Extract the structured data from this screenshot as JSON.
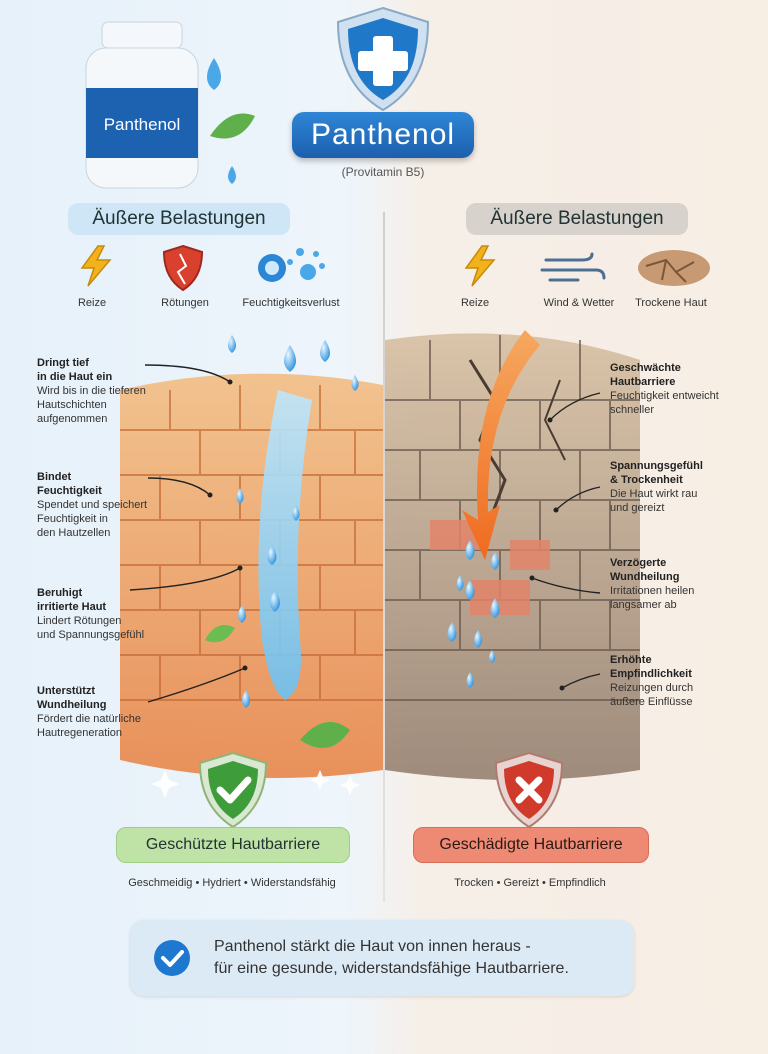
{
  "header": {
    "bottle_label": "Panthenol",
    "title": "Panthenol",
    "subtitle": "(Provitamin B5)"
  },
  "left": {
    "heading": "Äußere Belastungen",
    "stressors": [
      {
        "label": "Reize",
        "icon": "lightning-icon"
      },
      {
        "label": "Rötungen",
        "icon": "cracked-shield-icon"
      },
      {
        "label": "Feuchtigkeitsverlust",
        "icon": "evaporation-icon"
      }
    ],
    "annotations": [
      {
        "title_line1": "Dringt tief",
        "title_line2": "in die Haut ein",
        "body": [
          "Wird bis in die tieferen",
          "Hautschichten",
          "aufgenommen"
        ]
      },
      {
        "title_line1": "Bindet",
        "title_line2": "Feuchtigkeit",
        "body": [
          "Spendet und speichert",
          "Feuchtigkeit in",
          "den Hautzellen"
        ]
      },
      {
        "title_line1": "Beruhigt",
        "title_line2": "irritierte Haut",
        "body": [
          "Lindert Rötungen",
          "und Spannungsgefühl"
        ]
      },
      {
        "title_line1": "Unterstützt",
        "title_line2": "Wundheilung",
        "body": [
          "Fördert die natürliche",
          "Hautregeneration"
        ]
      }
    ],
    "result": "Geschützte Hautbarriere",
    "traits": "Geschmeidig • Hydriert • Widerstandsfähig"
  },
  "right": {
    "heading": "Äußere Belastungen",
    "stressors": [
      {
        "label": "Reize",
        "icon": "lightning-icon"
      },
      {
        "label": "Wind & Wetter",
        "icon": "wind-icon"
      },
      {
        "label": "Trockene Haut",
        "icon": "dry-skin-icon"
      }
    ],
    "annotations": [
      {
        "title_line1": "Geschwächte",
        "title_line2": "Hautbarriere",
        "body": [
          "Feuchtigkeit entweicht",
          "schneller"
        ]
      },
      {
        "title_line1": "Spannungsgefühl",
        "title_line2": "& Trockenheit",
        "body": [
          "Die Haut wirkt rau",
          "und gereizt"
        ]
      },
      {
        "title_line1": "Verzögerte",
        "title_line2": "Wundheilung",
        "body": [
          "Irritationen heilen",
          "langsamer ab"
        ]
      },
      {
        "title_line1": "Erhöhte",
        "title_line2": "Empfindlichkeit",
        "body": [
          "Reizungen durch",
          "äußere Einflüsse"
        ]
      }
    ],
    "result": "Geschädigte Hautbarriere",
    "traits": "Trocken • Gereizt • Empfindlich"
  },
  "summary": {
    "line1": "Panthenol stärkt die Haut von innen heraus -",
    "line2": "für eine gesunde, widerstandsfähige Hautbarriere."
  },
  "colors": {
    "primary_blue": "#1f6fc2",
    "good_green": "#4caf50",
    "bad_red": "#d9412e",
    "water": "#4aa8e8"
  }
}
